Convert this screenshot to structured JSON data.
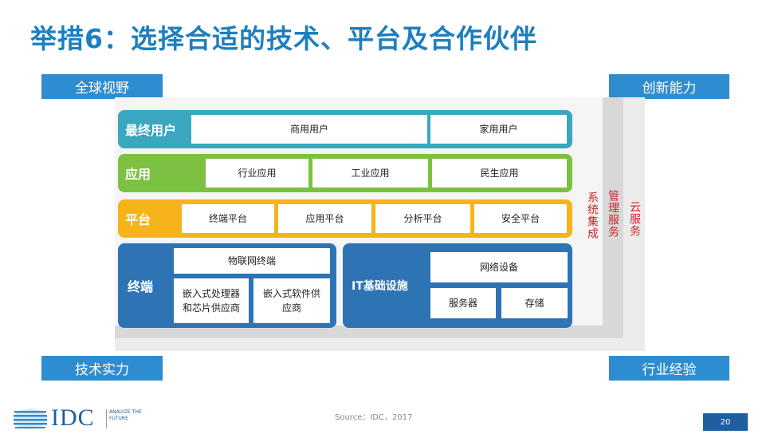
{
  "title": "举措6：选择合适的技术、平台及合作伙伴",
  "corners": {
    "top_left": "全球视野",
    "top_right": "创新能力",
    "bottom_left": "技术实力",
    "bottom_right": "行业经验"
  },
  "layers": {
    "end_user": {
      "label": "最终用户",
      "items": [
        "商用用户",
        "家用用户"
      ]
    },
    "application": {
      "label": "应用",
      "items": [
        "行业应用",
        "工业应用",
        "民生应用"
      ]
    },
    "platform": {
      "label": "平台",
      "items": [
        "终端平台",
        "应用平台",
        "分析平台",
        "安全平台"
      ]
    },
    "terminal": {
      "label": "终端",
      "items": [
        "物联网终端",
        "嵌入式处理器和芯片供应商",
        "嵌入式软件供应商"
      ]
    },
    "it_infra": {
      "label": "IT基础设施",
      "items": [
        "网络设备",
        "服务器",
        "存储"
      ]
    }
  },
  "side_services": [
    "系统集成",
    "管理服务",
    "云服务"
  ],
  "colors": {
    "title": "#1d7fbf",
    "corner_box": "#2e8dd0",
    "end_user": "#3aa7c0",
    "application": "#7cc142",
    "platform": "#f6b31a",
    "terminal": "#2e74b5",
    "service_text": "#c8262b"
  },
  "footer": {
    "source": "Source：IDC，2017",
    "logo": "IDC",
    "tagline": "ANALYZE THE FUTURE",
    "page": "20"
  }
}
